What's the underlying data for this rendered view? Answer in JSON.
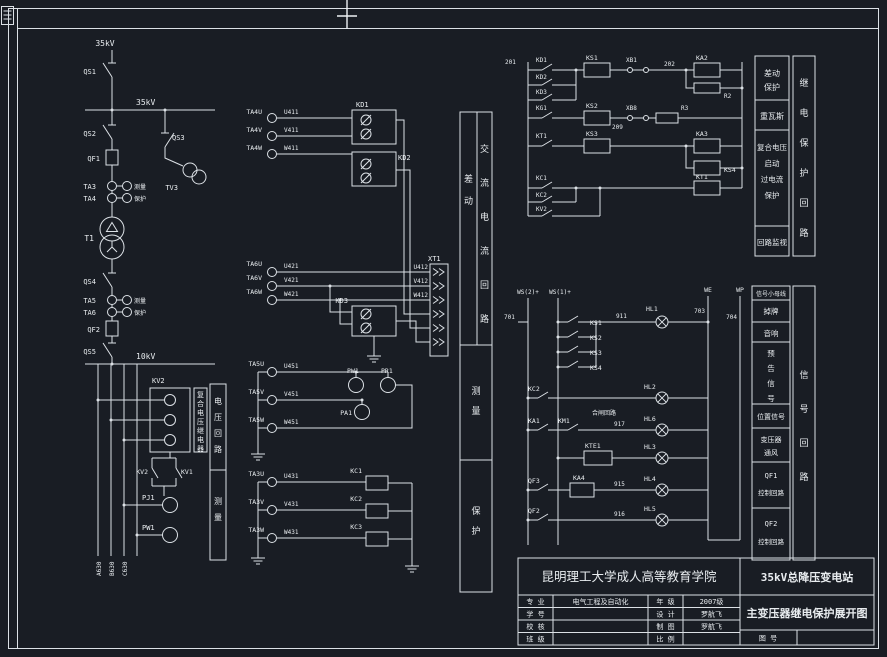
{
  "single_line": {
    "incoming": "35kV",
    "qs1": "QS1",
    "bus35": "35kV",
    "qs2": "QS2",
    "qs3": "QS3",
    "tv3": "TV3",
    "qf1": "QF1",
    "ta3": "TA3",
    "ta4": "TA4",
    "ta3_note": "测量",
    "ta4_note": "保护",
    "t1": "T1",
    "qs4": "QS4",
    "ta5": "TA5",
    "ta6": "TA6",
    "ta5_note": "测量",
    "ta6_note": "保护",
    "qf2": "QF2",
    "qs5": "QS5",
    "bus10": "10kV"
  },
  "voltage": {
    "kv2_title": "KV2",
    "relay_box": "复合电压继电器",
    "col_top": "电压回路",
    "col_mid": "测量",
    "kv2": "KV2",
    "kv1": "KV1",
    "pj1": "PJ1",
    "pw1": "PW1",
    "wa": "A630",
    "wb": "B630",
    "wc": "C630"
  },
  "ct": {
    "ta4u": "TA4U",
    "ta4v": "TA4V",
    "ta4w": "TA4W",
    "u411": "U411",
    "v411": "V411",
    "w411": "W411",
    "kd1": "KD1",
    "kd2": "KD2",
    "kd3": "KD3",
    "xt1": "XT1",
    "u412": "U412",
    "v412": "V412",
    "w412": "W412",
    "ta6u": "TA6U",
    "ta6v": "TA6V",
    "ta6w": "TA6W",
    "u421": "U421",
    "v421": "V421",
    "w421": "W421",
    "ta5u": "TA5U",
    "ta5v": "TA5V",
    "ta5w": "TA5W",
    "u451": "U451",
    "v451": "V451",
    "w451": "W451",
    "pw1": "PW1",
    "pr1": "PR1",
    "pa1": "PA1",
    "ta3u": "TA3U",
    "ta3v": "TA3V",
    "ta3w": "TA3W",
    "u431": "U431",
    "v431": "V431",
    "w431": "W431",
    "kc1": "KC1",
    "kc2": "KC2",
    "kc3": "KC3"
  },
  "banner": {
    "diff": "差动",
    "ac": "交流电流回路",
    "measure": "测量",
    "protect": "保护"
  },
  "prot": {
    "n201": "201",
    "n202": "202",
    "n209": "209",
    "kd1": "KD1",
    "kd2": "KD2",
    "kd3": "KD3",
    "ks1": "KS1",
    "xb1": "XB1",
    "ka2": "KA2",
    "r2": "R2",
    "kg1": "KG1",
    "ks2": "KS2",
    "xb8": "XB8",
    "r3": "R3",
    "kt1": "KT1",
    "ks3": "KS3",
    "ka3": "KA3",
    "ks4": "KS4",
    "kc1": "KC1",
    "kc2": "KC2",
    "kv2": "KV2",
    "kt1_coil": "KT1",
    "cat1a": "差动",
    "cat1b": "保护",
    "cat2": "重瓦斯",
    "cat3a": "复合电压",
    "cat3b": "启动",
    "cat3c": "过电流",
    "cat3d": "保护",
    "cat4": "回路监视",
    "banner": "继电保护回路"
  },
  "sig": {
    "ws2": "WS(2)+",
    "ws1": "WS(1)+",
    "we": "WE",
    "wp": "WP",
    "n701": "701",
    "n703": "703",
    "n704": "704",
    "n911": "911",
    "n915": "915",
    "n916": "916",
    "n917": "917",
    "ks1": "KS1",
    "ks2": "KS2",
    "ks3": "KS3",
    "ks4": "KS4",
    "kc2": "KC2",
    "ka1": "KA1",
    "km1": "KM1",
    "anno": "合闸回路",
    "kte1": "KTE1",
    "qf3": "QF3",
    "ka4": "KA4",
    "qf2": "QF2",
    "hl1": "HL1",
    "hl2": "HL2",
    "hl3": "HL3",
    "hl4": "HL4",
    "hl5": "HL5",
    "hl6": "HL6",
    "hdr": "信号小母线",
    "c1": "掉牌",
    "c2": "音响",
    "c3": "预告信号",
    "c4": "位置信号",
    "c5a": "变压器",
    "c5b": "通风",
    "c6a": "QF1",
    "c6b": "控制回路",
    "c7a": "QF2",
    "c7b": "控制回路",
    "banner": "信号回路"
  },
  "title": {
    "school": "昆明理工大学成人高等教育学院",
    "station": "35kV总降压变电站",
    "drawing": "主变压器继电保护展开图",
    "f_major": "专 业",
    "v_major": "电气工程及自动化",
    "f_grade": "年 级",
    "v_grade": "2007级",
    "f_id": "学 号",
    "f_design": "设 计",
    "v_design": "罗航飞",
    "f_check": "校 核",
    "f_draft": "制 图",
    "v_draft": "罗航飞",
    "f_class": "班 级",
    "f_scale": "比 例",
    "f_no": "图 号"
  }
}
